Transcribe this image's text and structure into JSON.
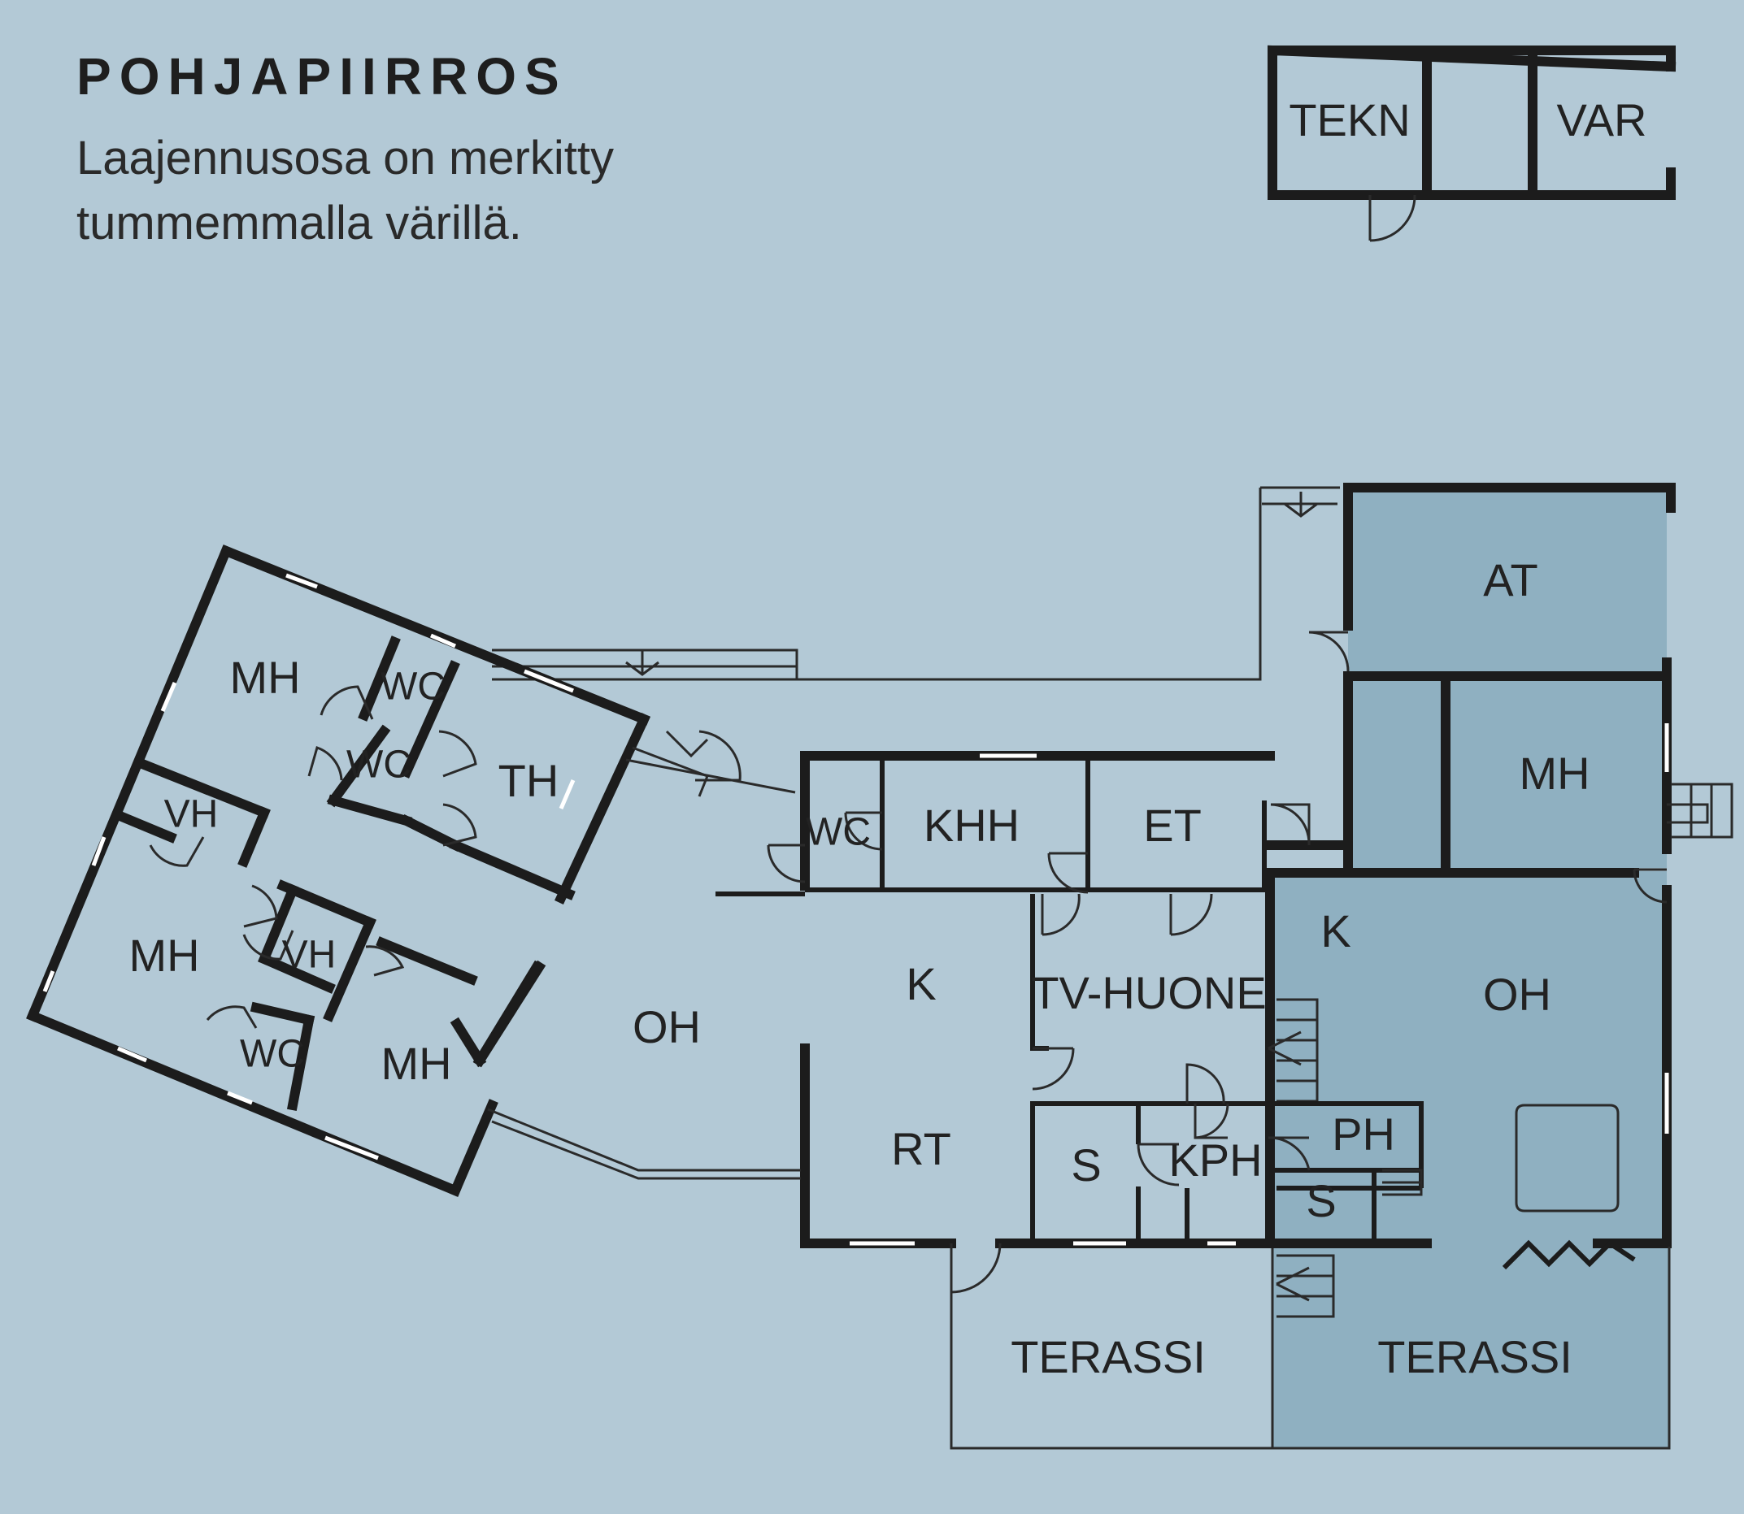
{
  "header": {
    "title": "POHJAPIIRROS",
    "subtitle_line1": "Laajennusosa on merkitty",
    "subtitle_line2": "tummemmalla värillä."
  },
  "colors": {
    "background": "#b3c9d6",
    "extension": "#8fb0c1",
    "walls": "#1c1c1c",
    "windows": "#ffffff"
  },
  "outbuilding": {
    "rooms": [
      "TEKN",
      "VAR"
    ]
  },
  "rooms": {
    "at": "AT",
    "mh_ext": "MH",
    "k_ext": "K",
    "oh_ext": "OH",
    "terassi_ext": "TERASSI",
    "terassi": "TERASSI",
    "wc_1": "WC",
    "khh": "KHH",
    "et": "ET",
    "k": "K",
    "tv_huone": "TV-HUONE",
    "rt": "RT",
    "s_1": "S",
    "kph": "KPH",
    "ph": "PH",
    "s_2": "S",
    "oh": "OH",
    "mh_1": "MH",
    "wc_2": "WC",
    "wc_3": "WC",
    "th": "TH",
    "vh_1": "VH",
    "mh_2": "MH",
    "vh_2": "VH",
    "wc_4": "WC",
    "mh_3": "MH"
  }
}
